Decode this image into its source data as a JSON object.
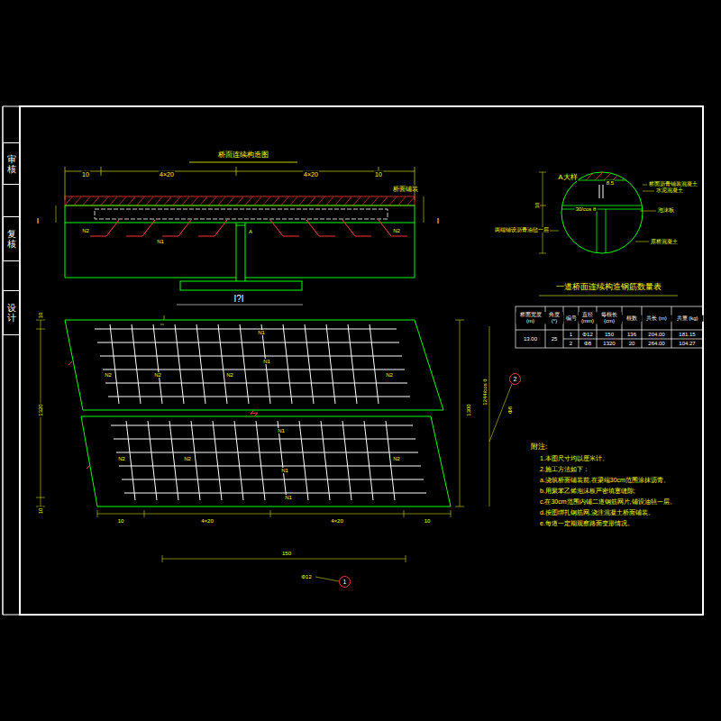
{
  "diagram": {
    "title": "桥面连续构造图",
    "nodes": [
      {
        "text": [
          "审核"
        ]
      },
      {
        "text": [
          "复核"
        ]
      },
      {
        "text": [
          "设计"
        ]
      },
      {
        "text": [
          "1"
        ]
      },
      {
        "text": [
          "2"
        ]
      }
    ],
    "labels": [
      "10",
      "4×20",
      "4×20",
      "10",
      "桥面铺装",
      "I",
      "I",
      "N2",
      "N1",
      "A",
      "N2",
      "I?I",
      "A大样",
      "10",
      "8.5",
      "桥面沥青铺装混凝土",
      "水泥混凝土",
      "30/cos θ",
      "泡沫板",
      "两端铺设沥青油毡一层",
      "原桥混凝土",
      "一道桥面连续构造钢筋数量表",
      "桥面宽度 (m)",
      "角度 (°)",
      "编号",
      "直径 (mm)",
      "每根长 (cm)",
      "根数",
      "共长 (m)",
      "共重 (kg)",
      "13.00",
      "25",
      "1",
      "Φ12",
      "150",
      "136",
      "204.00",
      "181.15",
      "2",
      "Φ8",
      "1320",
      "20",
      "264.00",
      "104.27",
      "N1",
      "N1",
      "N2",
      "N2",
      "N2",
      "N2",
      "N1",
      "N2",
      "N2",
      "N1",
      "N2",
      "N1",
      "10",
      "1320",
      "10",
      "1300",
      "1244/cos θ",
      "Φ8",
      "10",
      "4×20",
      "4×20",
      "10",
      "150",
      "Φ12",
      "附注:",
      "1.本图尺寸均以厘米计。",
      "2.施工方法如下：",
      "a.浇筑桥面铺装前,在梁端30cm范围涂抹沥青。",
      "b.用聚苯乙烯泡沫板严密填塞缝隙;",
      "c.在30cm范围内铺二道钢筋网片,铺设油毡一层。",
      "d.按图绑扎钢筋网,浇注混凝土桥面铺装。",
      "e.每道一定期观察路面变形情况。"
    ]
  }
}
